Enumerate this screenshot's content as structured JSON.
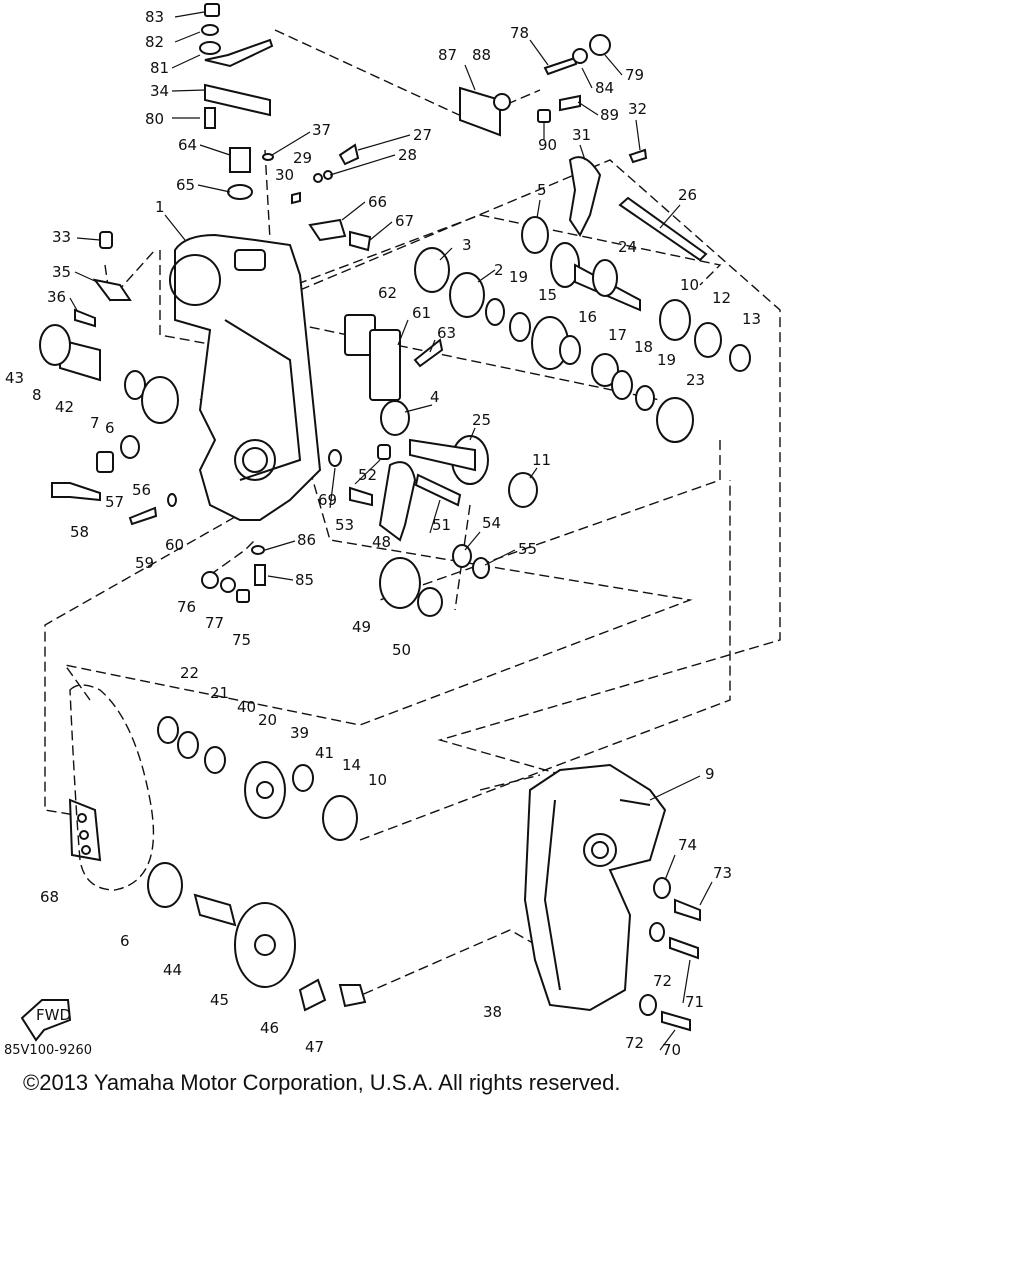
{
  "diagram": {
    "drawing_code": "85V100-9260",
    "copyright": "©2013 Yamaha Motor Corporation, U.S.A. All rights reserved.",
    "fwd_label": "FWD",
    "callouts": [
      "83",
      "82",
      "81",
      "34",
      "80",
      "64",
      "37",
      "27",
      "29",
      "28",
      "30",
      "65",
      "66",
      "67",
      "87",
      "88",
      "78",
      "84",
      "79",
      "89",
      "32",
      "90",
      "31",
      "5",
      "26",
      "33",
      "1",
      "35",
      "36",
      "43",
      "8",
      "42",
      "7",
      "6",
      "62",
      "61",
      "63",
      "3",
      "2",
      "19",
      "15",
      "16",
      "17",
      "18",
      "19",
      "23",
      "24",
      "10",
      "12",
      "13",
      "4",
      "25",
      "11",
      "56",
      "57",
      "58",
      "59",
      "60",
      "69",
      "52",
      "53",
      "48",
      "51",
      "54",
      "55",
      "86",
      "85",
      "76",
      "77",
      "75",
      "49",
      "50",
      "22",
      "21",
      "40",
      "20",
      "39",
      "41",
      "14",
      "10",
      "9",
      "68",
      "6",
      "44",
      "45",
      "46",
      "47",
      "74",
      "73",
      "72",
      "71",
      "72",
      "70",
      "38"
    ]
  }
}
